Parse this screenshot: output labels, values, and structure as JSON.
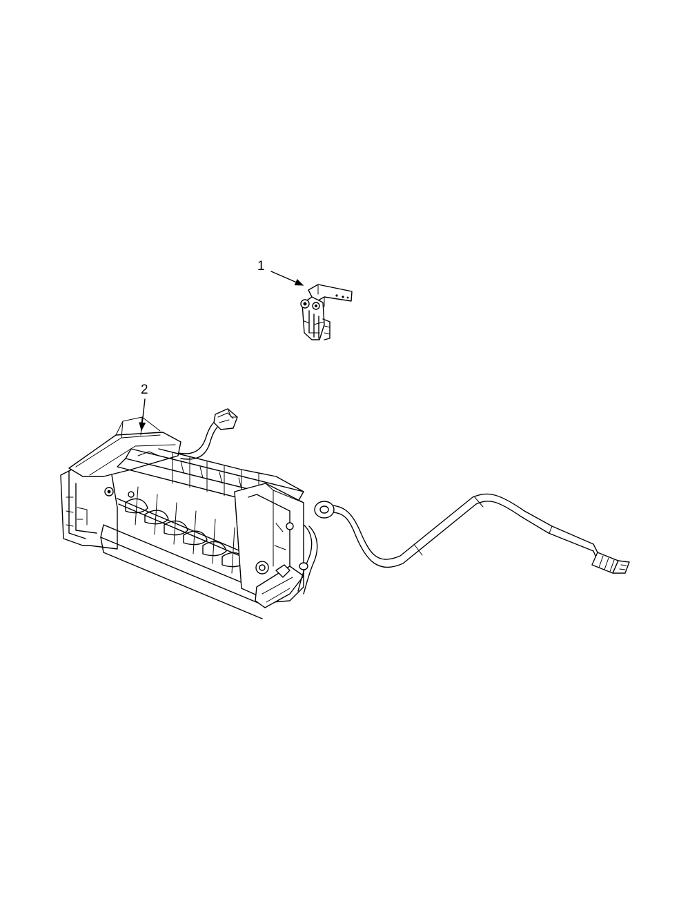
{
  "callouts": [
    {
      "label": "1",
      "part": "valve"
    },
    {
      "label": "2",
      "part": "icemaker"
    }
  ],
  "colors": {
    "line": "#000000",
    "background": "#ffffff"
  }
}
